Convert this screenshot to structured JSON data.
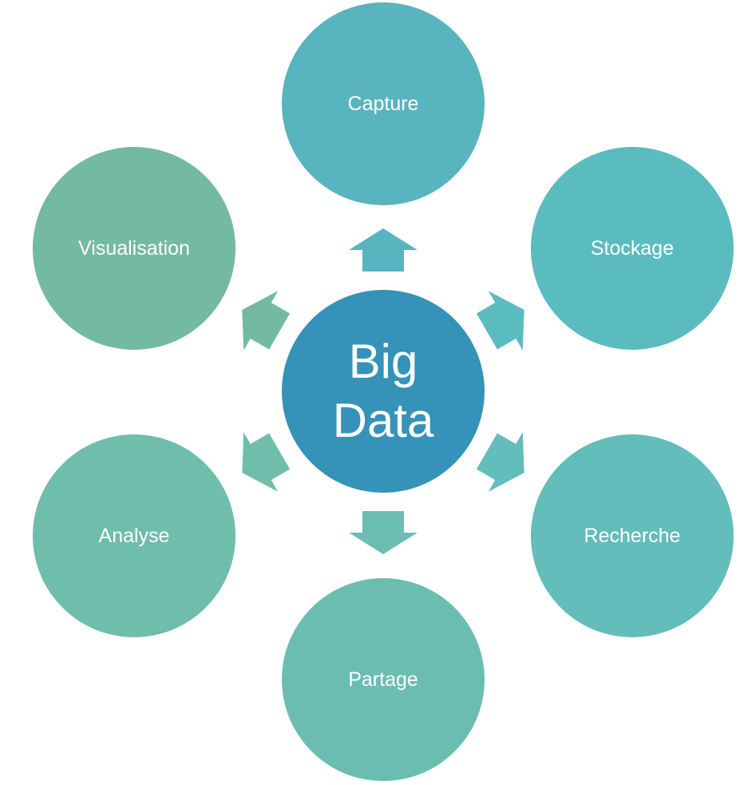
{
  "center": {
    "line1": "Big",
    "line2": "Data",
    "color": "#3592b8"
  },
  "nodes": [
    {
      "label": "Capture",
      "color": "#58b4bf"
    },
    {
      "label": "Stockage",
      "color": "#5bbcbf"
    },
    {
      "label": "Recherche",
      "color": "#63bdba"
    },
    {
      "label": "Partage",
      "color": "#6bbdb2"
    },
    {
      "label": "Analyse",
      "color": "#6fbdab"
    },
    {
      "label": "Visualisation",
      "color": "#74b9a2"
    }
  ]
}
